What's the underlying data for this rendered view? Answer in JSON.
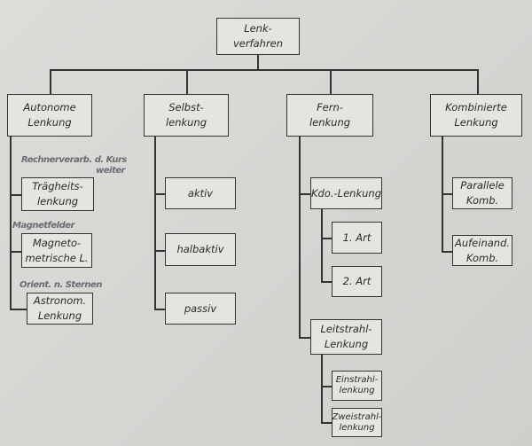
{
  "root": "Lenk-\nverfahren",
  "categories": [
    {
      "label": "Autonome\nLenkung",
      "children": [
        "Trägheits-\nlenkung",
        "Magneto-\nmetrische L.",
        "Astronom.\nLenkung"
      ]
    },
    {
      "label": "Selbst-\nlenkung",
      "children": [
        "aktiv",
        "halbaktiv",
        "passiv"
      ]
    },
    {
      "label": "Fern-\nlenkung",
      "children": [
        "Kdo.-Lenkung",
        "1. Art",
        "2. Art",
        "Leitstrahl-\nLenkung",
        "Einstrahl-\nlenkung",
        "Zweistrahl-\nlenkung"
      ]
    },
    {
      "label": "Kombinierte\nLenkung",
      "children": [
        "Parallele\nKomb.",
        "Aufeinand.\nKomb."
      ]
    }
  ],
  "annotations": [
    "Rechnerverarb. d. Kurs",
    "weiter",
    "Magnetfelder",
    "Orient. n. Sternen"
  ]
}
